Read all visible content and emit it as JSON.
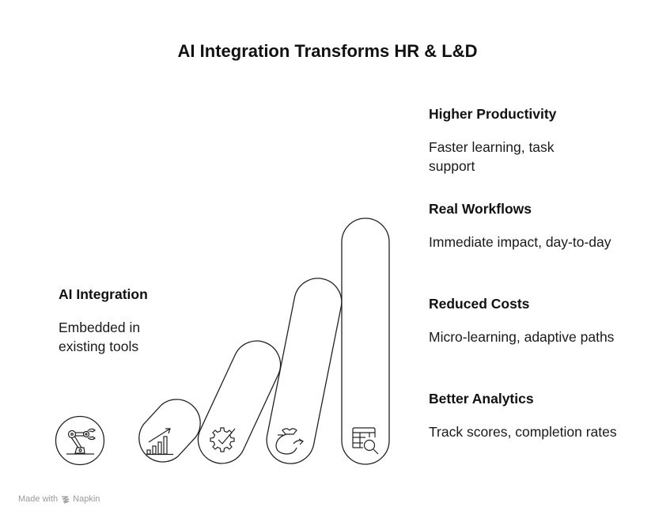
{
  "title": "AI Integration Transforms HR & L&D",
  "stages": [
    {
      "heading": "AI Integration",
      "description": "Embedded in existing tools",
      "icon": "robot-arm-icon"
    },
    {
      "heading": "Better Analytics",
      "description": "Track scores, completion rates",
      "icon": "bar-chart-growth-icon"
    },
    {
      "heading": "Reduced Costs",
      "description": "Micro-learning, adaptive paths",
      "icon": "gear-check-icon"
    },
    {
      "heading": "Real Workflows",
      "description": "Immediate impact, day-to-day",
      "icon": "money-bag-arrow-icon"
    },
    {
      "heading": "Higher Productivity",
      "description": "Faster learning, task support",
      "icon": "table-search-icon"
    }
  ],
  "footer": {
    "made_with": "Made with",
    "brand": "Napkin"
  },
  "colors": {
    "stroke": "#222222",
    "text": "#111111",
    "footer": "#9a9a9a"
  }
}
